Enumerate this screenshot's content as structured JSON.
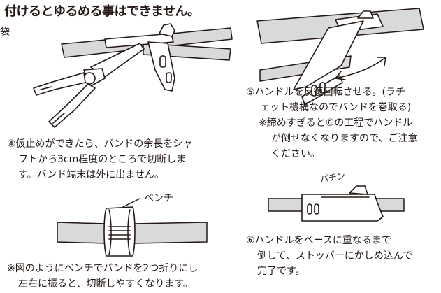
{
  "header": {
    "title": "付けるとゆるめる事はできません。",
    "side_label": "袋"
  },
  "step4": {
    "lines": [
      "④仮止めができたら、バンドの余長をシャ",
      "フトから3cm程度のところで切断しま",
      "す。バンド端末は外に出ません。"
    ]
  },
  "pliers_label": "ペンチ",
  "note": {
    "lines": [
      "※図のようにペンチでバンドを2つ折りにし",
      "左右に振ると、切断しやすくなります。"
    ]
  },
  "step5": {
    "lines": [
      "⑤ハンドルを反復回転させる。(ラチ",
      "ェット機構なのでバンドを巻取る)",
      "※締めすぎると⑥の工程でハンドル",
      "が倒せなくなりますので、ご注意",
      "ください。"
    ]
  },
  "click_label": "パチン",
  "step6": {
    "lines": [
      "⑥ハンドルをベースに重なるまで",
      "倒して、ストッパーにかしめ込んで",
      "完了です。"
    ]
  }
}
